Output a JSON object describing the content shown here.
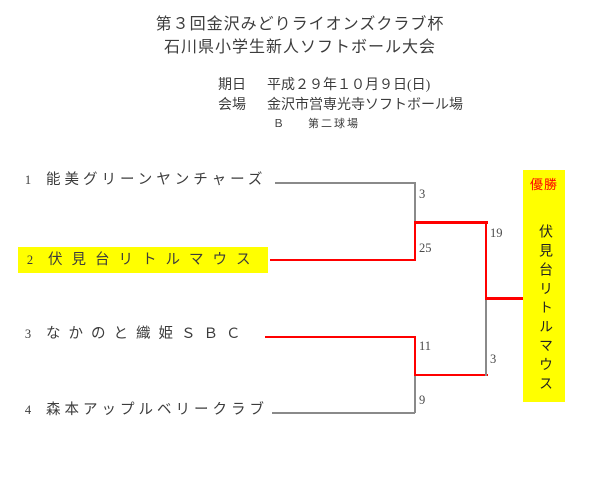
{
  "page": {
    "title_line1": "第３回金沢みどりライオンズクラブ杯",
    "title_line2": "石川県小学生新人ソフトボール大会"
  },
  "info": {
    "date_label": "期日",
    "date_value": "平成２９年１０月９日(日)",
    "venue_label": "会場",
    "venue_value": "金沢市営専光寺ソフトボール場",
    "field_code": "Ｂ",
    "field_name": "第二球場"
  },
  "bracket": {
    "teams": [
      {
        "seed": "1",
        "name": "能美グリーンヤンチャーズ"
      },
      {
        "seed": "2",
        "name": "伏見台リトルマウス"
      },
      {
        "seed": "3",
        "name": "なかのと織姫ＳＢＣ"
      },
      {
        "seed": "4",
        "name": "森本アップルベリークラブ"
      }
    ],
    "scores": {
      "semi1_top": "3",
      "semi1_bottom": "25",
      "semi2_top": "11",
      "semi2_bottom": "9",
      "final_top": "19",
      "final_bottom": "3"
    }
  },
  "champion": {
    "label": "優勝",
    "name": "伏見台リトルマウス"
  },
  "colors": {
    "winner_path_red": "#ff0000",
    "bracket_line_gray": "#8a8a8a",
    "highlight_yellow": "#ffff00",
    "champion_label_red": "#ff0000",
    "body_text": "#3c3c3c"
  }
}
